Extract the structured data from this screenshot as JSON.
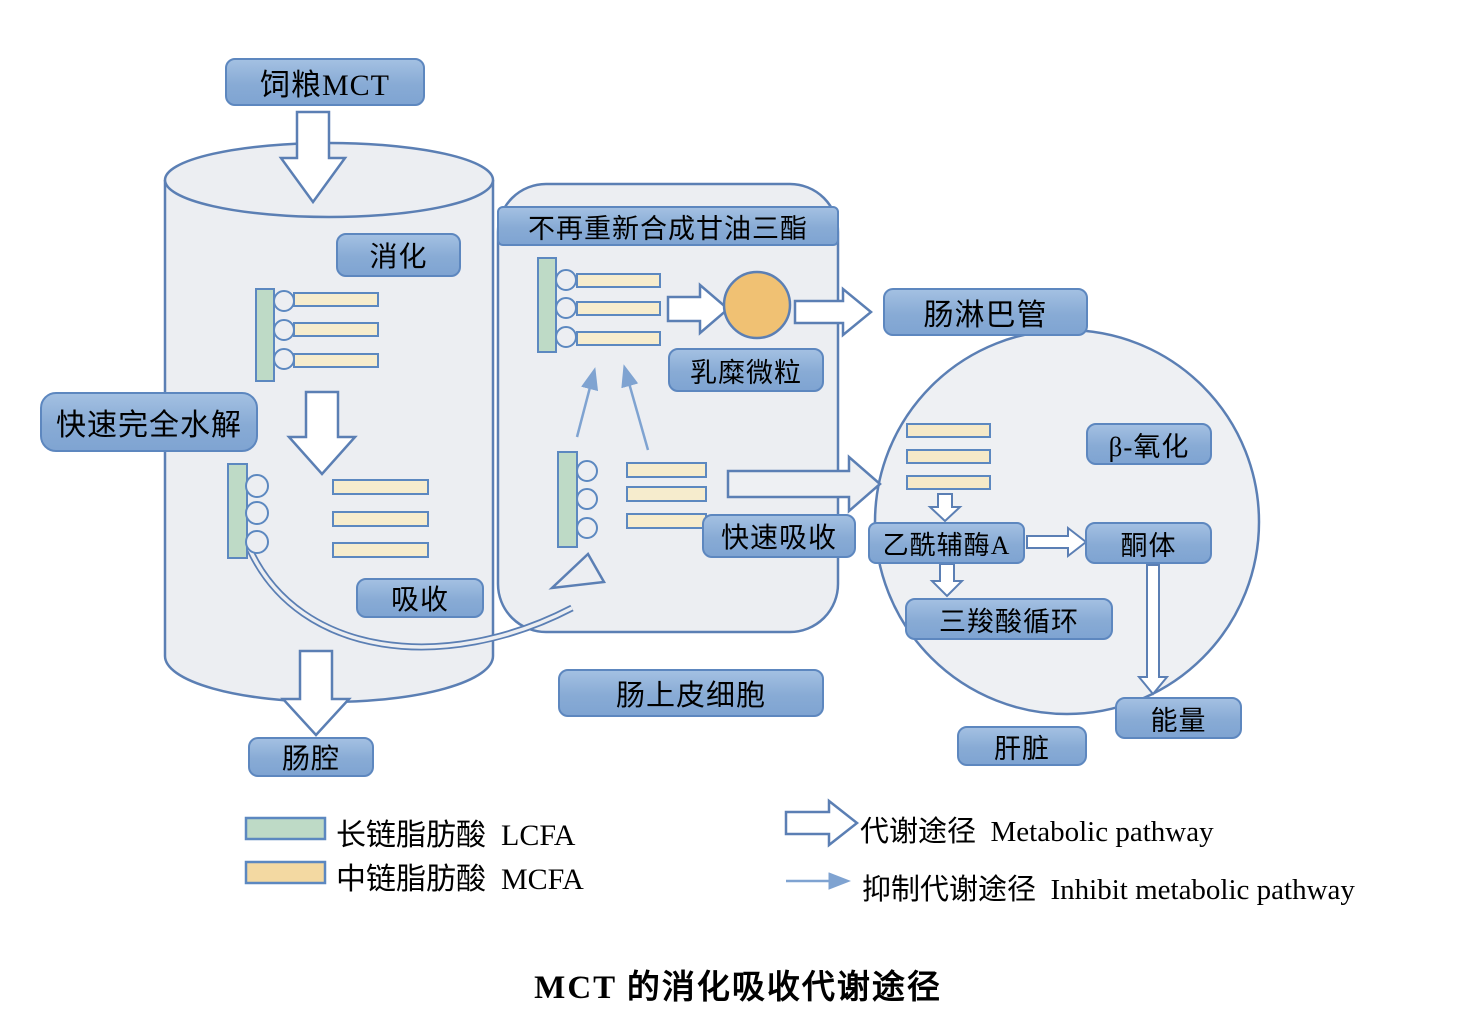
{
  "title": "MCT 的消化吸收代谢途径",
  "nodes": {
    "dietary_mct": "饲粮MCT",
    "digestion": "消化",
    "rapid_hydrolysis": "快速完全水解",
    "absorption": "吸收",
    "intestinal_lumen": "肠腔",
    "no_resynthesis": "不再重新合成甘油三酯",
    "chylomicron": "乳糜微粒",
    "lymph_vessel": "肠淋巴管",
    "rapid_absorption": "快速吸收",
    "epithelial_cell": "肠上皮细胞",
    "beta_oxidation": "β-氧化",
    "acetyl_coa": "乙酰辅酶A",
    "ketone_bodies": "酮体",
    "tca_cycle": "三羧酸循环",
    "energy": "能量",
    "liver": "肝脏"
  },
  "legend": {
    "lcfa": "长链脂肪酸  LCFA",
    "mcfa": "中链脂肪酸  MCFA",
    "metabolic_pathway": "代谢途径  Metabolic pathway",
    "inhibit_pathway": "抑制代谢途径  Inhibit metabolic pathway"
  },
  "colors": {
    "label_box_fill": "#88abd5",
    "label_box_border": "#5d87bf",
    "organ_fill": "#eceef2",
    "organ_outline": "#5b7fb4",
    "lcfa_green": "#bedac6",
    "mcfa_cream": "#f6eccd",
    "chylomicron_orange": "#f0c173",
    "thin_arrow_blue": "#7fa3d1"
  }
}
